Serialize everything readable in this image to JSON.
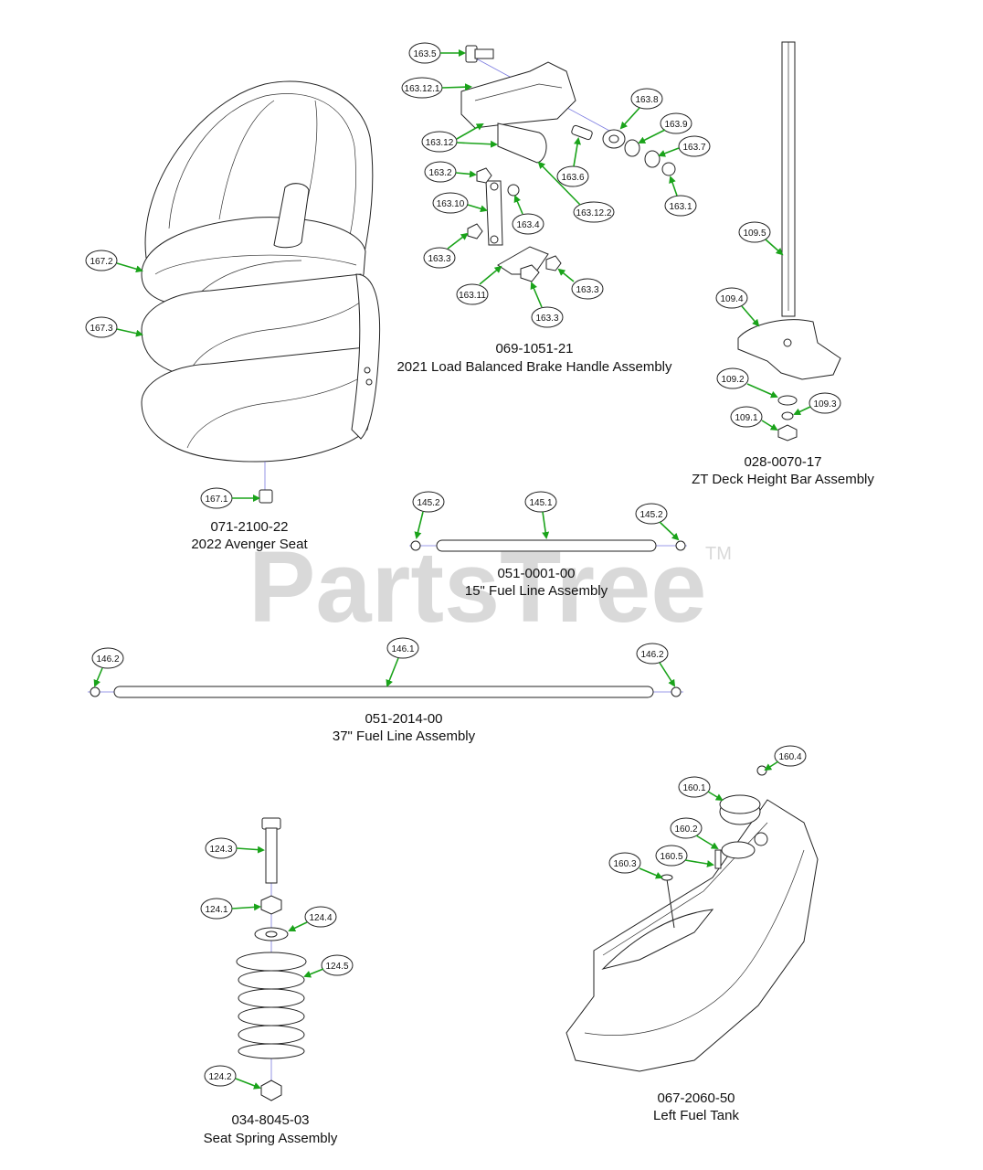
{
  "watermark": {
    "text": "PartsTree",
    "tm": "TM"
  },
  "assemblies": {
    "seat": {
      "number": "071-2100-22",
      "name": "2022 Avenger Seat"
    },
    "brake": {
      "number": "069-1051-21",
      "name": "2021 Load Balanced Brake Handle Assembly"
    },
    "deck": {
      "number": "028-0070-17",
      "name": "ZT Deck Height Bar Assembly"
    },
    "fuel15": {
      "number": "051-0001-00",
      "name": "15\" Fuel Line Assembly"
    },
    "fuel37": {
      "number": "051-2014-00",
      "name": "37\" Fuel Line Assembly"
    },
    "spring": {
      "number": "034-8045-03",
      "name": "Seat Spring Assembly"
    },
    "tank": {
      "number": "067-2060-50",
      "name": "Left Fuel Tank"
    }
  },
  "callouts": {
    "c163_5": "163.5",
    "c163_12_1": "163.12.1",
    "c163_12": "163.12",
    "c163_8": "163.8",
    "c163_9": "163.9",
    "c163_7": "163.7",
    "c163_6": "163.6",
    "c163_1": "163.1",
    "c163_2": "163.2",
    "c163_10": "163.10",
    "c163_4": "163.4",
    "c163_12_2": "163.12.2",
    "c163_3a": "163.3",
    "c163_3b": "163.3",
    "c163_3c": "163.3",
    "c163_11": "163.11",
    "c167_2": "167.2",
    "c167_3": "167.3",
    "c167_1": "167.1",
    "c109_5": "109.5",
    "c109_4": "109.4",
    "c109_2": "109.2",
    "c109_3": "109.3",
    "c109_1": "109.1",
    "c145_2a": "145.2",
    "c145_1": "145.1",
    "c145_2b": "145.2",
    "c146_2a": "146.2",
    "c146_1": "146.1",
    "c146_2b": "146.2",
    "c124_3": "124.3",
    "c124_1": "124.1",
    "c124_4": "124.4",
    "c124_5": "124.5",
    "c124_2": "124.2",
    "c160_4": "160.4",
    "c160_1": "160.1",
    "c160_2": "160.2",
    "c160_5": "160.5",
    "c160_3": "160.3"
  }
}
